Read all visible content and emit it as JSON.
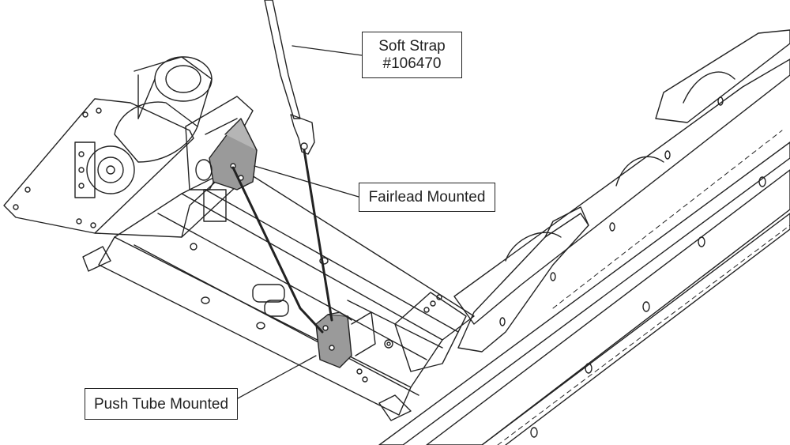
{
  "callouts": {
    "soft_strap": {
      "line1": "Soft Strap",
      "line2": "#106470"
    },
    "fairlead": {
      "label": "Fairlead Mounted"
    },
    "push_tube": {
      "label": "Push Tube Mounted"
    }
  },
  "colors": {
    "line": "#222222",
    "bracket_fill": "#9a9a9a",
    "background": "#ffffff"
  }
}
